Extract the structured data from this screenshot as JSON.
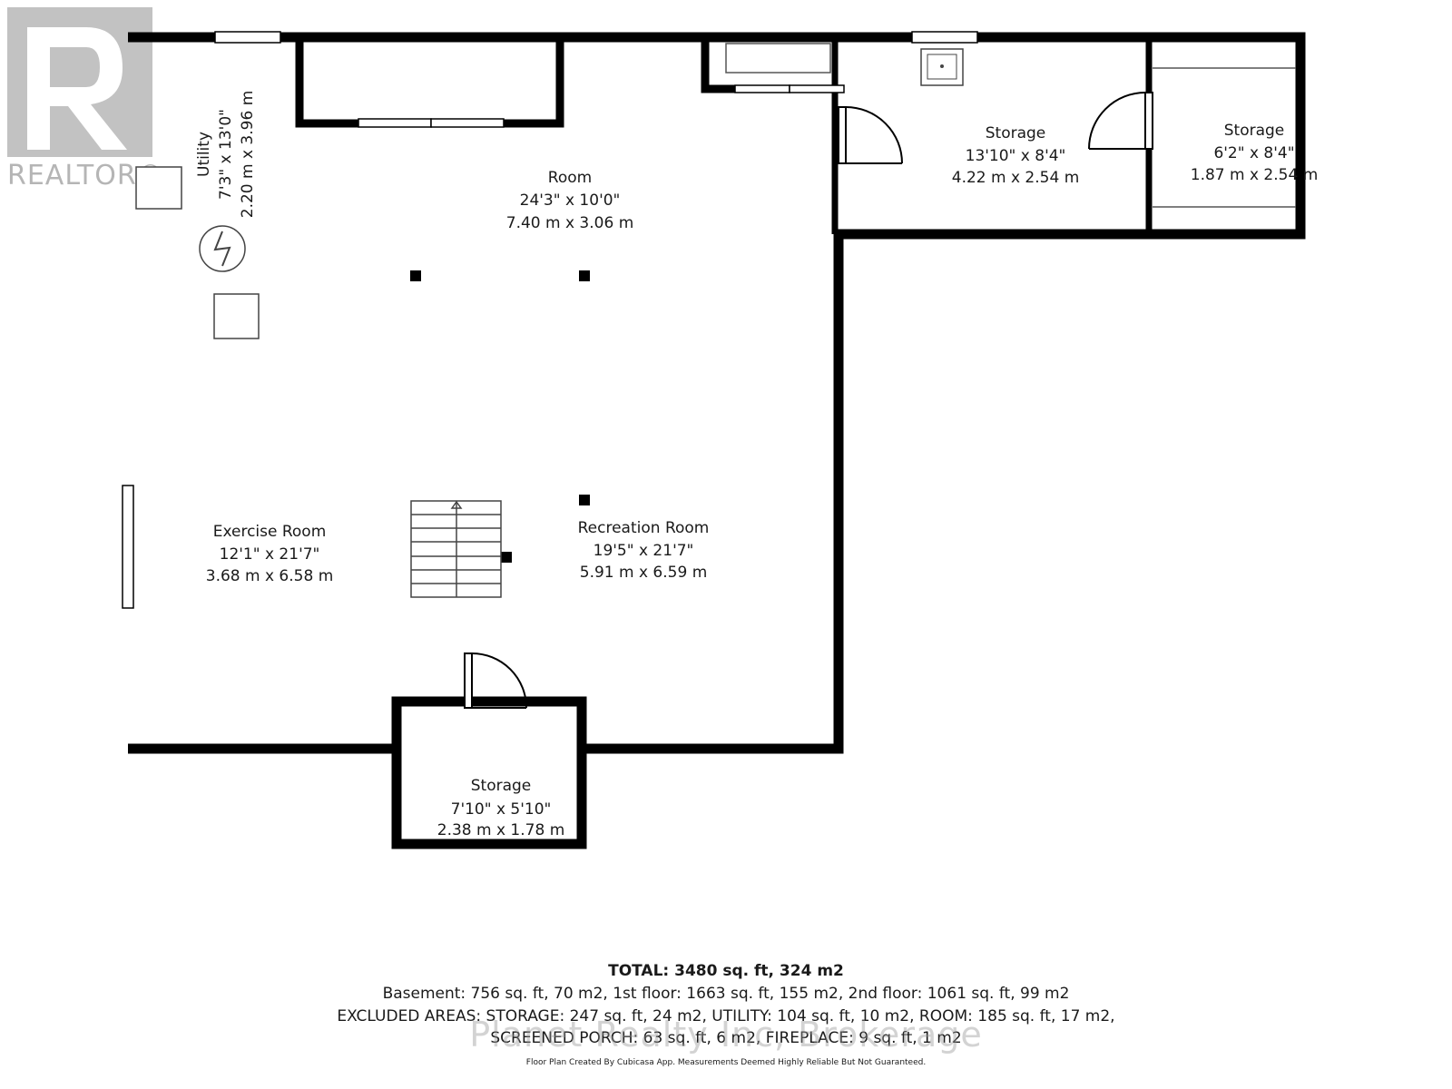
{
  "logo": {
    "text": "REALTOR®"
  },
  "rooms": [
    {
      "id": "utility",
      "name": "Utility",
      "imperial": "7'3\" x 13'0\"",
      "metric": "2.20 m x 3.96 m"
    },
    {
      "id": "room",
      "name": "Room",
      "imperial": "24'3\" x 10'0\"",
      "metric": "7.40 m x 3.06 m"
    },
    {
      "id": "storage-a",
      "name": "Storage",
      "imperial": "13'10\" x 8'4\"",
      "metric": "4.22 m x 2.54 m"
    },
    {
      "id": "storage-b",
      "name": "Storage",
      "imperial": "6'2\" x 8'4\"",
      "metric": "1.87 m x 2.54 m"
    },
    {
      "id": "exercise",
      "name": "Exercise Room",
      "imperial": "12'1\" x 21'7\"",
      "metric": "3.68 m x 6.58 m"
    },
    {
      "id": "recreation",
      "name": "Recreation Room",
      "imperial": "19'5\" x 21'7\"",
      "metric": "5.91 m x 6.59 m"
    },
    {
      "id": "storage-c",
      "name": "Storage",
      "imperial": "7'10\" x 5'10\"",
      "metric": "2.38 m x 1.78 m"
    }
  ],
  "summary": {
    "total": "TOTAL: 3480 sq. ft, 324 m2",
    "floors": "Basement: 756 sq. ft, 70 m2, 1st floor: 1663 sq. ft, 155 m2, 2nd floor: 1061 sq. ft, 99 m2",
    "excluded_1": "EXCLUDED AREAS: STORAGE: 247 sq. ft, 24 m2, UTILITY: 104 sq. ft, 10 m2, ROOM: 185 sq. ft, 17 m2,",
    "excluded_2": "SCREENED PORCH: 63 sq. ft, 6 m2, FIREPLACE: 9 sq. ft, 1 m2",
    "credit": "Floor Plan Created By Cubicasa App. Measurements Deemed Highly Reliable But Not Guaranteed."
  },
  "watermark": "Planet Realty Inc, Brokerage"
}
